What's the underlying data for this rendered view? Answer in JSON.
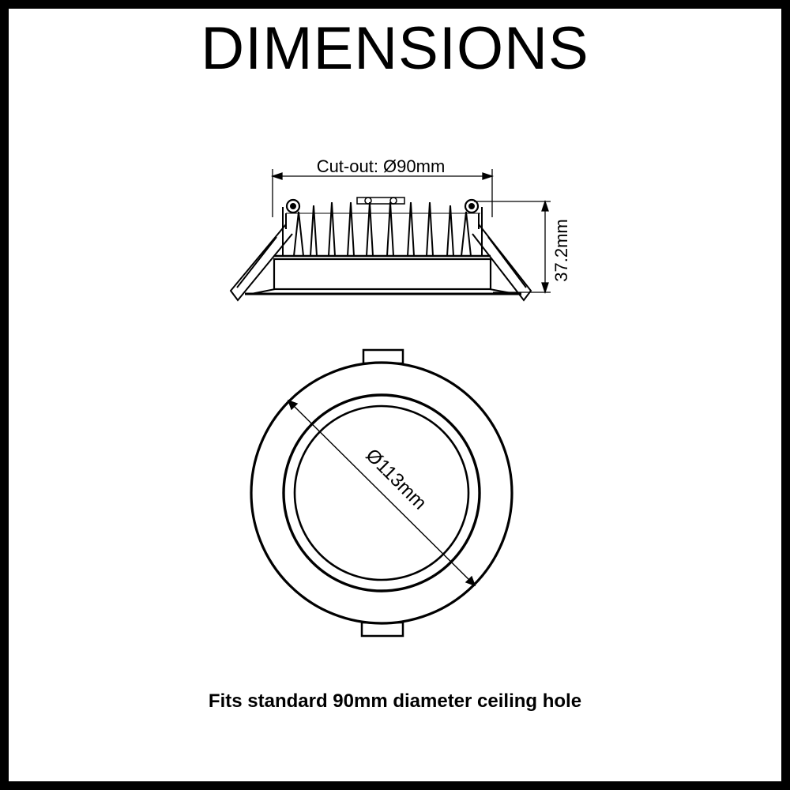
{
  "title": "DIMENSIONS",
  "side_view": {
    "cutout_label": "Cut-out: Ø90mm",
    "height_label": "37.2mm"
  },
  "top_view": {
    "diameter_label": "Ø113mm"
  },
  "caption": "Fits standard 90mm diameter ceiling hole"
}
